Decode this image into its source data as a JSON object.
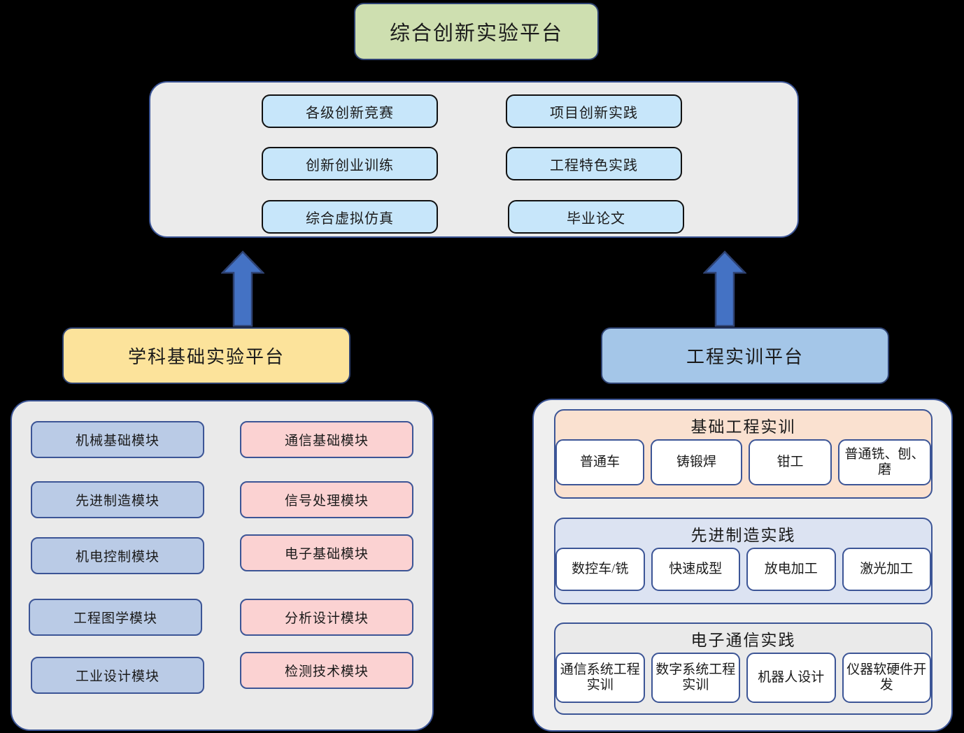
{
  "diagram": {
    "title": "综合创新实验平台",
    "background_color": "#000000",
    "accent_border": "#3C5596"
  },
  "top": {
    "label": "综合创新实验平台",
    "fill": "#CEDFB0"
  },
  "innovation_panel": {
    "fill": "#EBEBEB",
    "item_fill": "#C7E6FA",
    "items": [
      {
        "label": "各级创新竞赛"
      },
      {
        "label": "项目创新实践"
      },
      {
        "label": "创新创业训练"
      },
      {
        "label": "工程特色实践"
      },
      {
        "label": "综合虚拟仿真"
      },
      {
        "label": "毕业论文"
      }
    ]
  },
  "arrows": [
    {
      "name": "arrow-discipline-to-innovation",
      "direction": "up",
      "color": "#4472C4"
    },
    {
      "name": "arrow-engineering-to-innovation",
      "direction": "up",
      "color": "#4472C4"
    }
  ],
  "discipline": {
    "title": "学科基础实验平台",
    "title_fill": "#FCE39B",
    "panel_fill": "#EAEAEA",
    "left_column_fill": "#BACBE6",
    "right_column_fill": "#FBD2D2",
    "left_modules": [
      {
        "label": "机械基础模块"
      },
      {
        "label": "先进制造模块"
      },
      {
        "label": "机电控制模块"
      },
      {
        "label": "工程图学模块"
      },
      {
        "label": "工业设计模块"
      }
    ],
    "right_modules": [
      {
        "label": "通信基础模块"
      },
      {
        "label": "信号处理模块"
      },
      {
        "label": "电子基础模块"
      },
      {
        "label": "分析设计模块"
      },
      {
        "label": "检测技术模块"
      }
    ]
  },
  "engineering": {
    "title": "工程实训平台",
    "title_fill": "#A4C6E8",
    "panel_fill": "#EFEFEF",
    "groups": [
      {
        "title": "基础工程实训",
        "fill": "#FAE1D0",
        "items": [
          {
            "label": "普通车"
          },
          {
            "label": "铸锻焊"
          },
          {
            "label": "钳工"
          },
          {
            "label": "普通铣、刨、磨"
          }
        ]
      },
      {
        "title": "先进制造实践",
        "fill": "#DCE3F2",
        "items": [
          {
            "label": "数控车/铣"
          },
          {
            "label": "快速成型"
          },
          {
            "label": "放电加工"
          },
          {
            "label": "激光加工"
          }
        ]
      },
      {
        "title": "电子通信实践",
        "fill": "#EAEAEA",
        "items": [
          {
            "label": "通信系统工程实训"
          },
          {
            "label": "数字系统工程实训"
          },
          {
            "label": "机器人设计"
          },
          {
            "label": "仪器软硬件开发"
          }
        ]
      }
    ]
  }
}
